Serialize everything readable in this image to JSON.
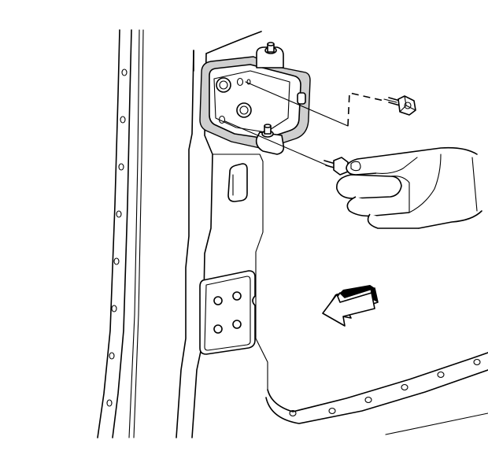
{
  "diagram": {
    "style": "line-art",
    "colors": {
      "ink": "#000000",
      "background": "#ffffff",
      "shade": "#cfcfcf"
    },
    "components": [
      "door-frame-panel",
      "upper-door-hinge",
      "hinge-bolt",
      "hand",
      "access-plate",
      "direction-arrow"
    ]
  }
}
